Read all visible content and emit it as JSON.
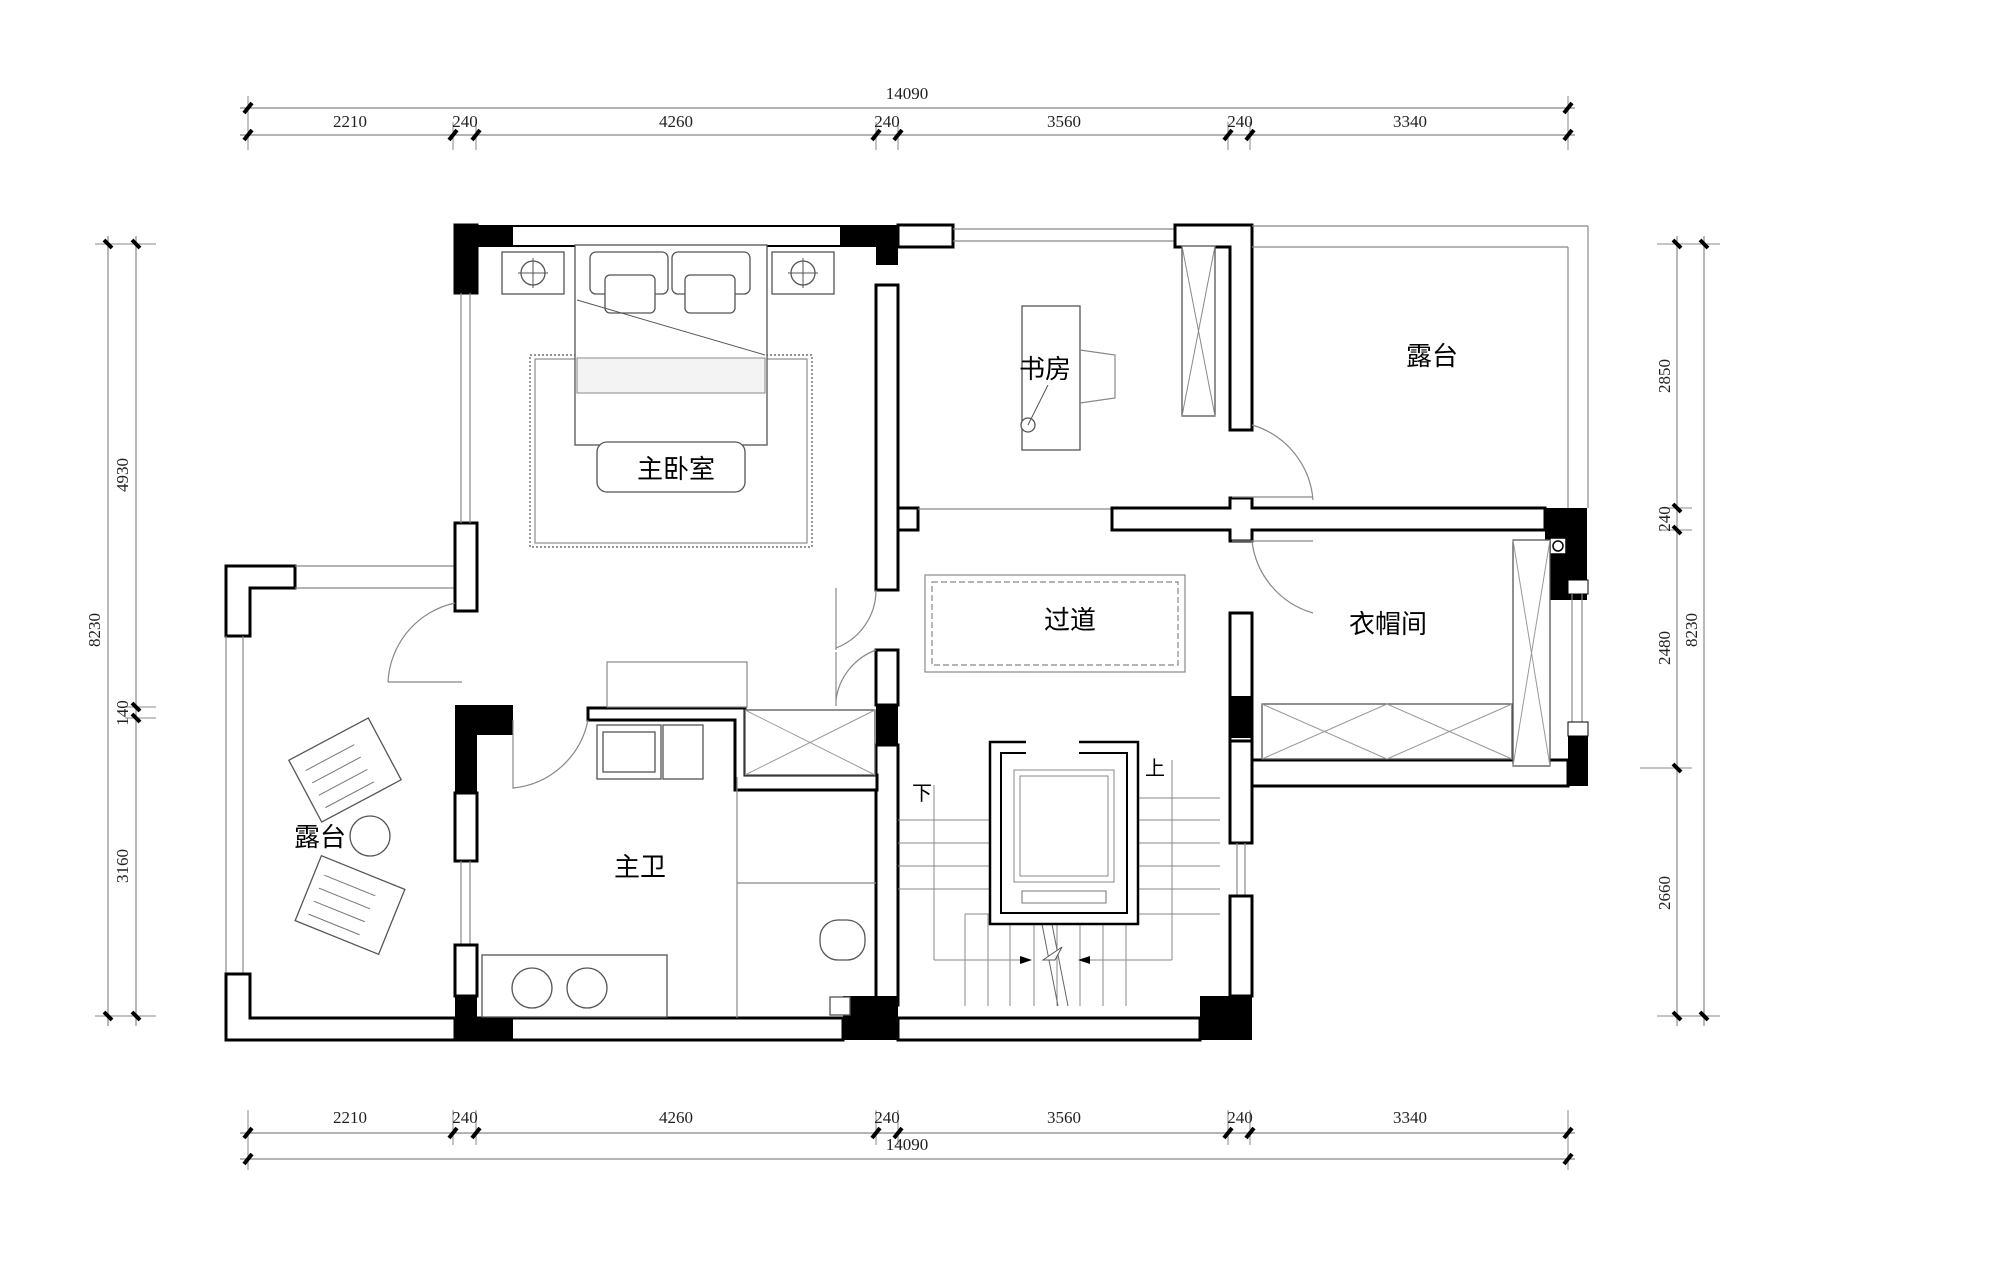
{
  "plan": {
    "top_dims": {
      "total": "14090",
      "segments": [
        "2210",
        "240",
        "4260",
        "240",
        "3560",
        "240",
        "3340"
      ]
    },
    "bottom_dims": {
      "total": "14090",
      "segments": [
        "2210",
        "240",
        "4260",
        "240",
        "3560",
        "240",
        "3340"
      ]
    },
    "left_dims": {
      "total": "8230",
      "segments": [
        "4930",
        "140",
        "3160"
      ]
    },
    "right_dims": {
      "total": "8230",
      "segments": [
        "2850",
        "240",
        "2480",
        "2660"
      ]
    },
    "rooms": {
      "master_bedroom": "主卧室",
      "study": "书房",
      "terrace_ne": "露台",
      "corridor": "过道",
      "cloakroom": "衣帽间",
      "master_bath": "主卫",
      "terrace_w": "露台"
    },
    "stairs": {
      "down": "下",
      "up": "上"
    }
  }
}
